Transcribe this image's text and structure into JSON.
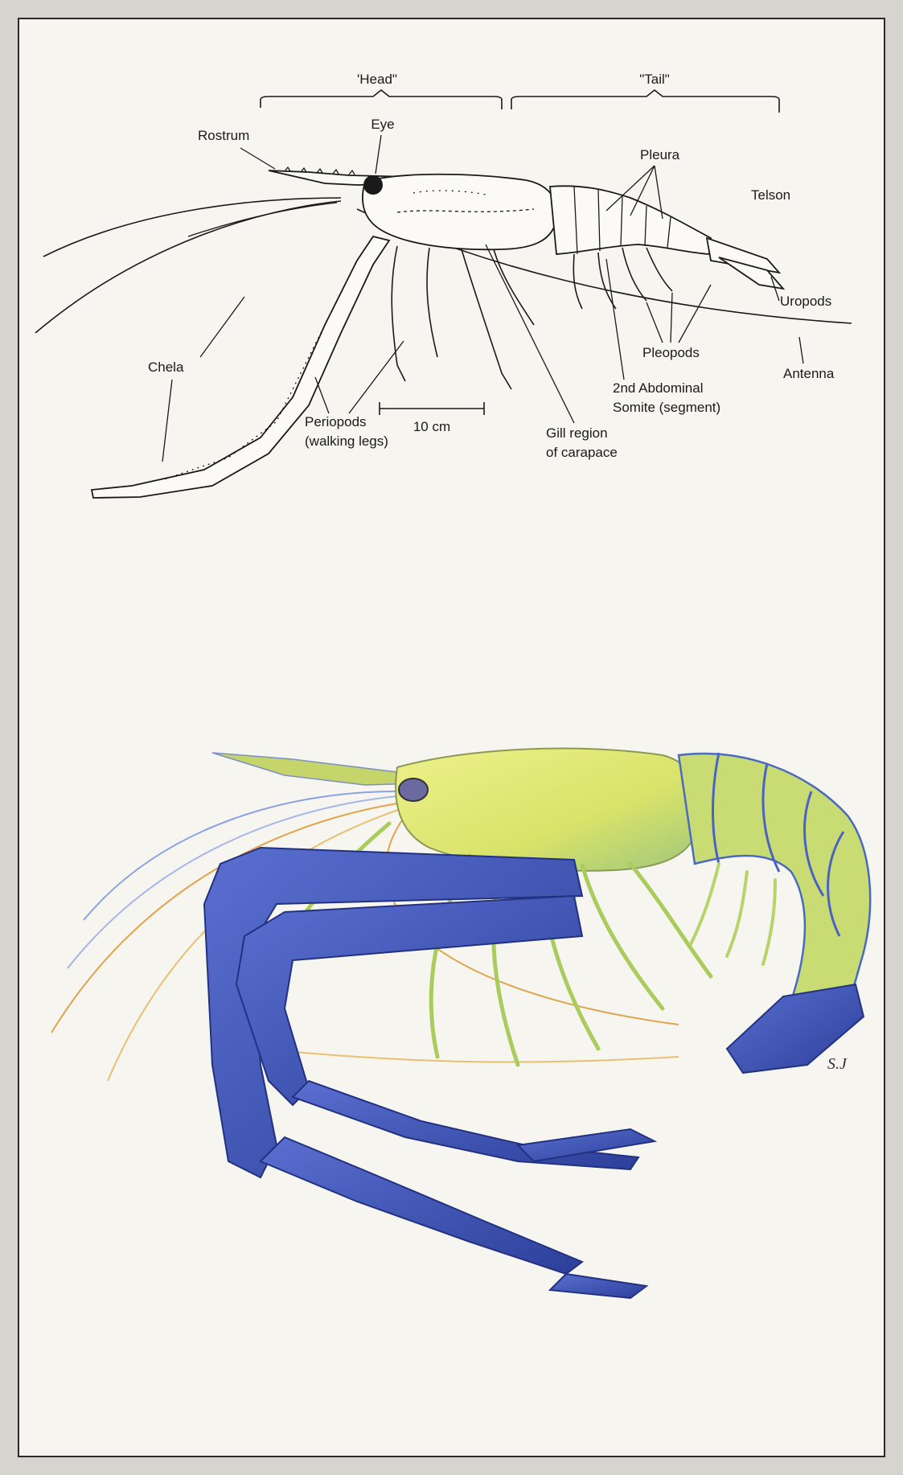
{
  "diagram": {
    "head_label": "'Head\"",
    "tail_label": "\"Tail\"",
    "rostrum": "Rostrum",
    "eye": "Eye",
    "pleura": "Pleura",
    "telson": "Telson",
    "uropods": "Uropods",
    "chela": "Chela",
    "pleopods": "Pleopods",
    "antenna": "Antenna",
    "abdominal_line1": "2nd Abdominal",
    "abdominal_line2": "Somite (segment)",
    "periopods_line1": "Periopods",
    "periopods_line2": "(walking legs)",
    "scale_bar": "10 cm",
    "gill_line1": "Gill region",
    "gill_line2": "of carapace"
  },
  "illustration": {
    "signature": "S.J"
  },
  "colors": {
    "paper": "#f6f5f0",
    "ink": "#1a1a1a",
    "prawn_body": "#d9e36a",
    "prawn_claws": "#3f55b8",
    "antennae_orange": "#e0a54a"
  }
}
